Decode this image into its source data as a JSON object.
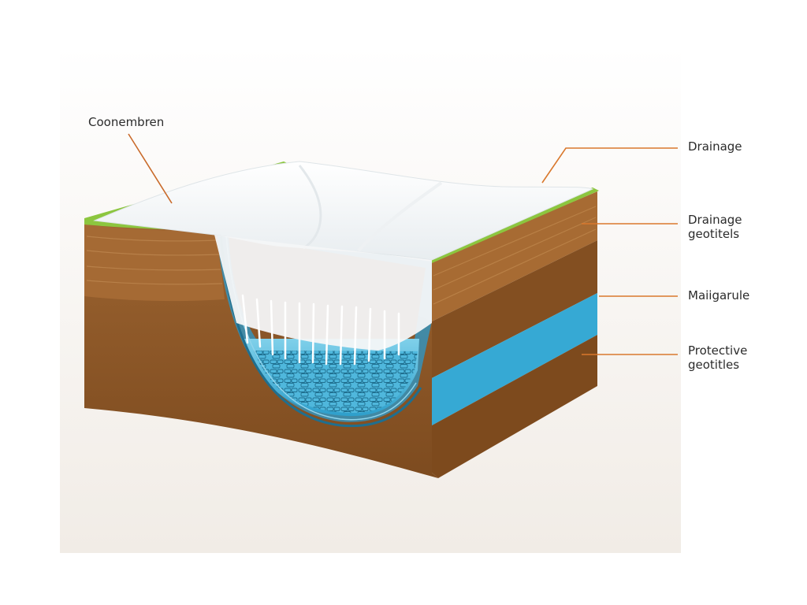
{
  "labels": {
    "coonembren": "Coonembren",
    "drainage": "Drainage",
    "drainage_geotitels": "Drainage\ngeotitels",
    "maiigarule": "Maiigarule",
    "protective_geotitles": "Protective\ngeotitles"
  },
  "colors": {
    "grass": "#8cc63f",
    "soil_light": "#a0662f",
    "soil_mid": "#8a5424",
    "soil_dark": "#7a4a1e",
    "water": "#3aaed8",
    "membrane": "#ffffff",
    "leader_line": "#d9782d"
  }
}
